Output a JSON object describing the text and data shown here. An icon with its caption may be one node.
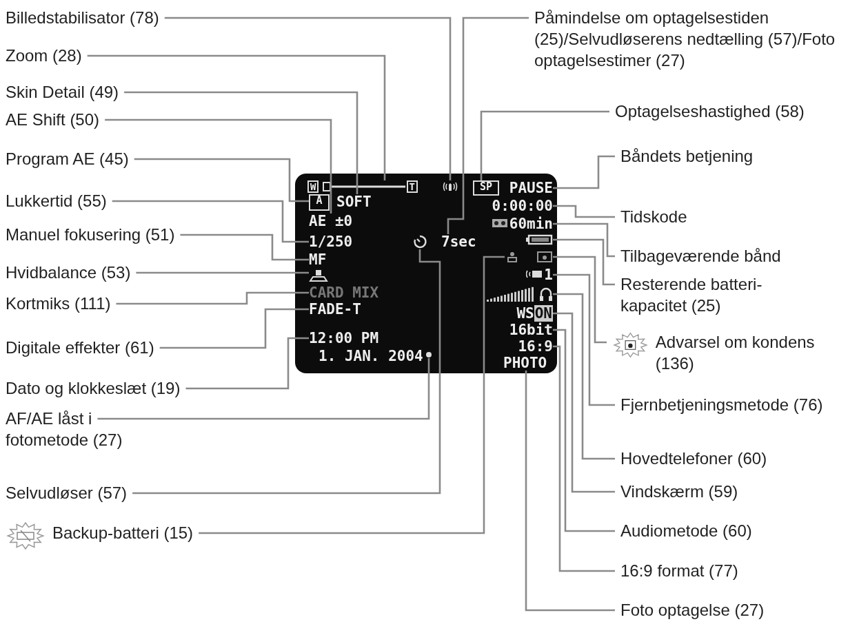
{
  "diagram": {
    "nodes": [
      {
        "text": [
          "Billedstabilisator (78)"
        ]
      },
      {
        "text": [
          "Zoom (28)"
        ]
      },
      {
        "text": [
          "Skin Detail (49)"
        ]
      },
      {
        "text": [
          "AE Shift (50)"
        ]
      },
      {
        "text": [
          "Program AE (45)"
        ]
      },
      {
        "text": [
          "Lukkertid (55)"
        ]
      },
      {
        "text": [
          "Manuel fokusering (51)"
        ]
      },
      {
        "text": [
          "Hvidbalance (53)"
        ]
      },
      {
        "text": [
          "Kortmiks (111)"
        ]
      },
      {
        "text": [
          "Digitale effekter (61)"
        ]
      },
      {
        "text": [
          "Dato og klokkeslæt (19)"
        ]
      },
      {
        "text": [
          "AF/AE låst i fotometode (27)"
        ]
      },
      {
        "text": [
          "Selvudløser (57)"
        ]
      },
      {
        "text": [
          "Backup-batteri (15)"
        ]
      },
      {
        "text": [
          "Påmindelse om optagelsestiden (25)/Selvudløserens nedtælling (57)/Foto optagelsestimer (27)"
        ]
      },
      {
        "text": [
          "Optagelseshastighed (58)"
        ]
      },
      {
        "text": [
          "Båndets betjening"
        ]
      },
      {
        "text": [
          "Tidskode"
        ]
      },
      {
        "text": [
          "Tilbageværende bånd"
        ]
      },
      {
        "text": [
          "Resterende batteri- kapacitet (25)"
        ]
      },
      {
        "text": [
          "Advarsel om kondens (136)"
        ]
      },
      {
        "text": [
          "Fjernbetjeningsmetode (76)"
        ]
      },
      {
        "text": [
          "Hovedtelefoner (60)"
        ]
      },
      {
        "text": [
          "Vindskærm (59)"
        ]
      },
      {
        "text": [
          "Audiometode (60)"
        ]
      },
      {
        "text": [
          "16:9 format (77)"
        ]
      },
      {
        "text": [
          "Foto optagelse (27)"
        ]
      },
      {
        "text": [],
        "shape": "screen"
      },
      {
        "text": [],
        "shape": "hand",
        "in": 27
      },
      {
        "text": [
          "W",
          "T"
        ],
        "in": 27
      },
      {
        "text": [
          "A"
        ],
        "in": 27
      },
      {
        "text": [
          "SOFT"
        ],
        "in": 27
      },
      {
        "text": [
          "AE ±0"
        ],
        "in": 27
      },
      {
        "text": [
          "1/250"
        ],
        "in": 27
      },
      {
        "text": [
          "MF"
        ],
        "in": 27
      },
      {
        "text": [],
        "shape": "person",
        "in": 27
      },
      {
        "text": [
          "CARD MIX"
        ],
        "in": 27
      },
      {
        "text": [
          "FADE-T"
        ],
        "in": 27
      },
      {
        "text": [
          "12:00 PM",
          "1. JAN. 2004"
        ],
        "in": 27
      },
      {
        "text": [],
        "shape": "circle",
        "in": 27
      },
      {
        "text": [],
        "shape": "clock",
        "in": 27
      },
      {
        "text": [
          "7sec"
        ],
        "in": 27
      },
      {
        "text": [
          "SP"
        ],
        "in": 27
      },
      {
        "text": [
          "PAUSE"
        ],
        "in": 27
      },
      {
        "text": [
          "0:00:00"
        ],
        "in": 27
      },
      {
        "text": [
          "60min"
        ],
        "in": 27
      },
      {
        "text": [],
        "shape": "battery",
        "in": 27
      },
      {
        "text": [],
        "shape": "symbol",
        "in": 27
      },
      {
        "text": [],
        "shape": "box",
        "in": 27
      },
      {
        "text": [
          "1"
        ],
        "in": 27
      },
      {
        "text": [],
        "shape": "headphones",
        "in": 27
      },
      {
        "text": [
          "WS",
          "ON"
        ],
        "in": 27
      },
      {
        "text": [
          "16bit"
        ],
        "in": 27
      },
      {
        "text": [
          "16:9"
        ],
        "in": 27
      },
      {
        "text": [
          "PHOTO"
        ],
        "in": 27
      }
    ],
    "edges": [
      {
        "from": 0,
        "to": 28,
        "arrow": "none"
      },
      {
        "from": 1,
        "to": 29,
        "arrow": "none"
      },
      {
        "from": 2,
        "to": 31,
        "arrow": "none"
      },
      {
        "from": 3,
        "to": 32,
        "arrow": "none"
      },
      {
        "from": 4,
        "to": 30,
        "arrow": "none"
      },
      {
        "from": 5,
        "to": 33,
        "arrow": "none"
      },
      {
        "from": 6,
        "to": 34,
        "arrow": "none"
      },
      {
        "from": 7,
        "to": 35,
        "arrow": "none"
      },
      {
        "from": 8,
        "to": 36,
        "arrow": "none"
      },
      {
        "from": 9,
        "to": 37,
        "arrow": "none"
      },
      {
        "from": 10,
        "to": 38,
        "arrow": "none"
      },
      {
        "from": 11,
        "to": 39,
        "arrow": "none"
      },
      {
        "from": 12,
        "to": 40,
        "arrow": "none"
      },
      {
        "from": 13,
        "to": 47,
        "arrow": "none"
      },
      {
        "from": 14,
        "to": 41,
        "arrow": "none"
      },
      {
        "from": 15,
        "to": 42,
        "arrow": "none"
      },
      {
        "from": 16,
        "to": 43,
        "arrow": "none"
      },
      {
        "from": 17,
        "to": 44,
        "arrow": "none"
      },
      {
        "from": 18,
        "to": 45,
        "arrow": "none"
      },
      {
        "from": 19,
        "to": 46,
        "arrow": "none"
      },
      {
        "from": 20,
        "to": 48,
        "arrow": "none"
      },
      {
        "from": 21,
        "to": 49,
        "arrow": "none"
      },
      {
        "from": 22,
        "to": 50,
        "arrow": "none"
      },
      {
        "from": 23,
        "to": 51,
        "arrow": "none"
      },
      {
        "from": 24,
        "to": 52,
        "arrow": "none"
      },
      {
        "from": 25,
        "to": 53,
        "arrow": "none"
      },
      {
        "from": 26,
        "to": 54,
        "arrow": "none"
      }
    ]
  }
}
